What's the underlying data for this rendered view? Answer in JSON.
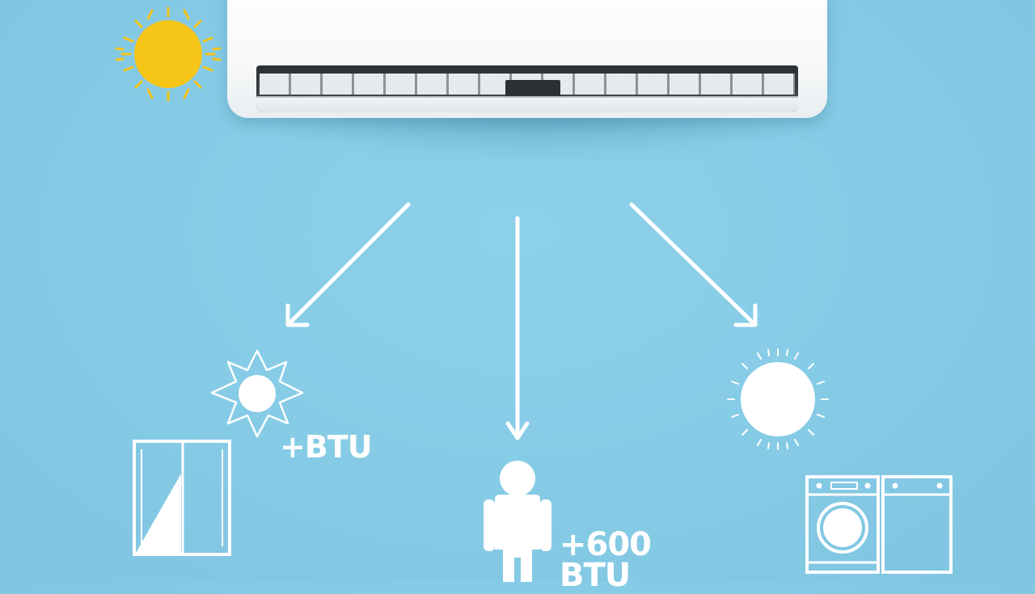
{
  "colors": {
    "background": "#87cbe6",
    "sun": "#f5c518",
    "icons": "#ffffff",
    "ac_body": "#ffffff"
  },
  "labels": {
    "window_heat": "+BTU",
    "per_person_line1": "+600",
    "per_person_line2": "BTU"
  },
  "icons": [
    "sun-icon",
    "air-conditioner-icon",
    "arrow-down-left-icon",
    "arrow-down-icon",
    "arrow-down-right-icon",
    "sunburst-icon",
    "window-icon",
    "person-icon",
    "radiant-sun-icon",
    "washing-machine-icon",
    "dryer-icon"
  ]
}
